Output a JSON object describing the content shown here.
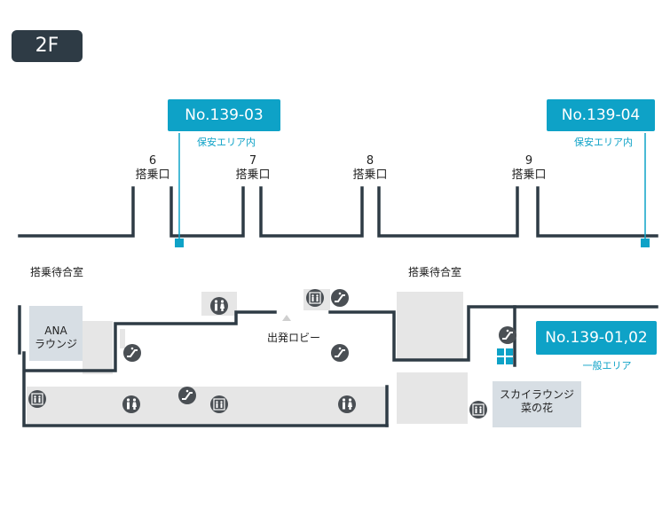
{
  "floor": "2F",
  "callouts": [
    {
      "id": "No.139-03",
      "sub": "保安エリア内"
    },
    {
      "id": "No.139-04",
      "sub": "保安エリア内"
    },
    {
      "id": "No.139-01,02",
      "sub": "一般エリア"
    }
  ],
  "gates": [
    {
      "num": "6",
      "label": "搭乗口"
    },
    {
      "num": "7",
      "label": "搭乗口"
    },
    {
      "num": "8",
      "label": "搭乗口"
    },
    {
      "num": "9",
      "label": "搭乗口"
    }
  ],
  "areas": {
    "waiting_room_left": "搭乗待合室",
    "waiting_room_right": "搭乗待合室",
    "ana_lounge_line1": "ANA",
    "ana_lounge_line2": "ラウンジ",
    "departure_lobby": "出発ロビー",
    "sky_lounge_line1": "スカイラウンジ",
    "sky_lounge_line2": "菜の花"
  },
  "icons": {
    "restroom": "restroom-icon",
    "elevator": "elevator-icon",
    "escalator": "escalator-icon"
  },
  "colors": {
    "wall": "#2e3b45",
    "accent": "#0ea2c7",
    "room": "#e6e6e6",
    "lounge": "#d7dee4",
    "icon_bg": "#4a4f54"
  }
}
